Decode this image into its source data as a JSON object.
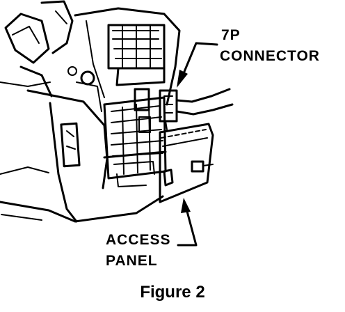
{
  "labels": {
    "seven_p": "7P",
    "connector": "CONNECTOR",
    "access": "ACCESS",
    "panel": "PANEL"
  },
  "caption": "Figure 2",
  "colors": {
    "ink": "#000000",
    "background": "#ffffff"
  }
}
